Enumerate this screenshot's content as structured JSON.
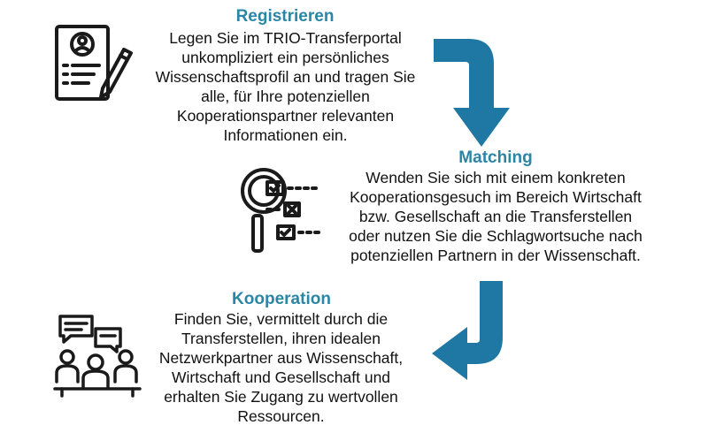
{
  "colors": {
    "accent": "#2b86a6",
    "arrow": "#1f77a3",
    "icon": "#1a1a1a",
    "text": "#111111"
  },
  "steps": [
    {
      "icon": "profile-form-pencil-icon",
      "title": "Registrieren",
      "lines": [
        "Legen Sie im TRIO-Transferportal",
        "unkompliziert ein persönliches",
        "Wissenschaftsprofil an und tragen Sie",
        "alle, für Ihre potenziellen",
        "Kooperationspartner relevanten",
        "Informationen ein."
      ]
    },
    {
      "icon": "magnifier-checklist-icon",
      "title": "Matching",
      "lines": [
        "Wenden Sie sich mit einem konkreten",
        "Kooperationsgesuch im Bereich Wirtschaft",
        "bzw. Gesellschaft an die Transferstellen",
        "oder nutzen Sie die Schlagwortsuche nach",
        "potenziellen Partnern in der Wissenschaft."
      ]
    },
    {
      "icon": "team-meeting-icon",
      "title": "Kooperation",
      "lines": [
        "Finden Sie, vermittelt durch die",
        "Transferstellen, ihren idealen",
        "Netzwerkpartner aus Wissenschaft,",
        "Wirtschaft und Gesellschaft und",
        "erhalten Sie Zugang zu wertvollen",
        "Ressourcen."
      ]
    }
  ]
}
